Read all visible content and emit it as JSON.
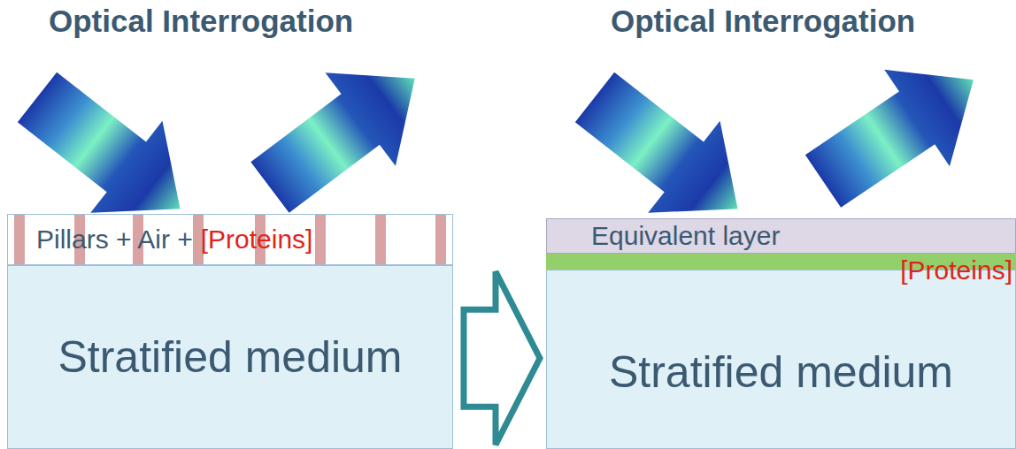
{
  "diagram": {
    "nodes": [
      {
        "text": [
          "Pillars + Air +",
          "[Proteins]"
        ]
      },
      {
        "text": [
          "Stratified medium"
        ]
      },
      {
        "text": [
          "Equivalent layer"
        ]
      },
      {
        "text": [
          "[Proteins]"
        ]
      },
      {
        "text": [
          "Stratified medium"
        ]
      }
    ],
    "edges": [
      {
        "from": 1,
        "to": 4,
        "arrow": "to"
      }
    ],
    "labels": [
      "Optical Interrogation",
      "Optical Interrogation"
    ]
  }
}
